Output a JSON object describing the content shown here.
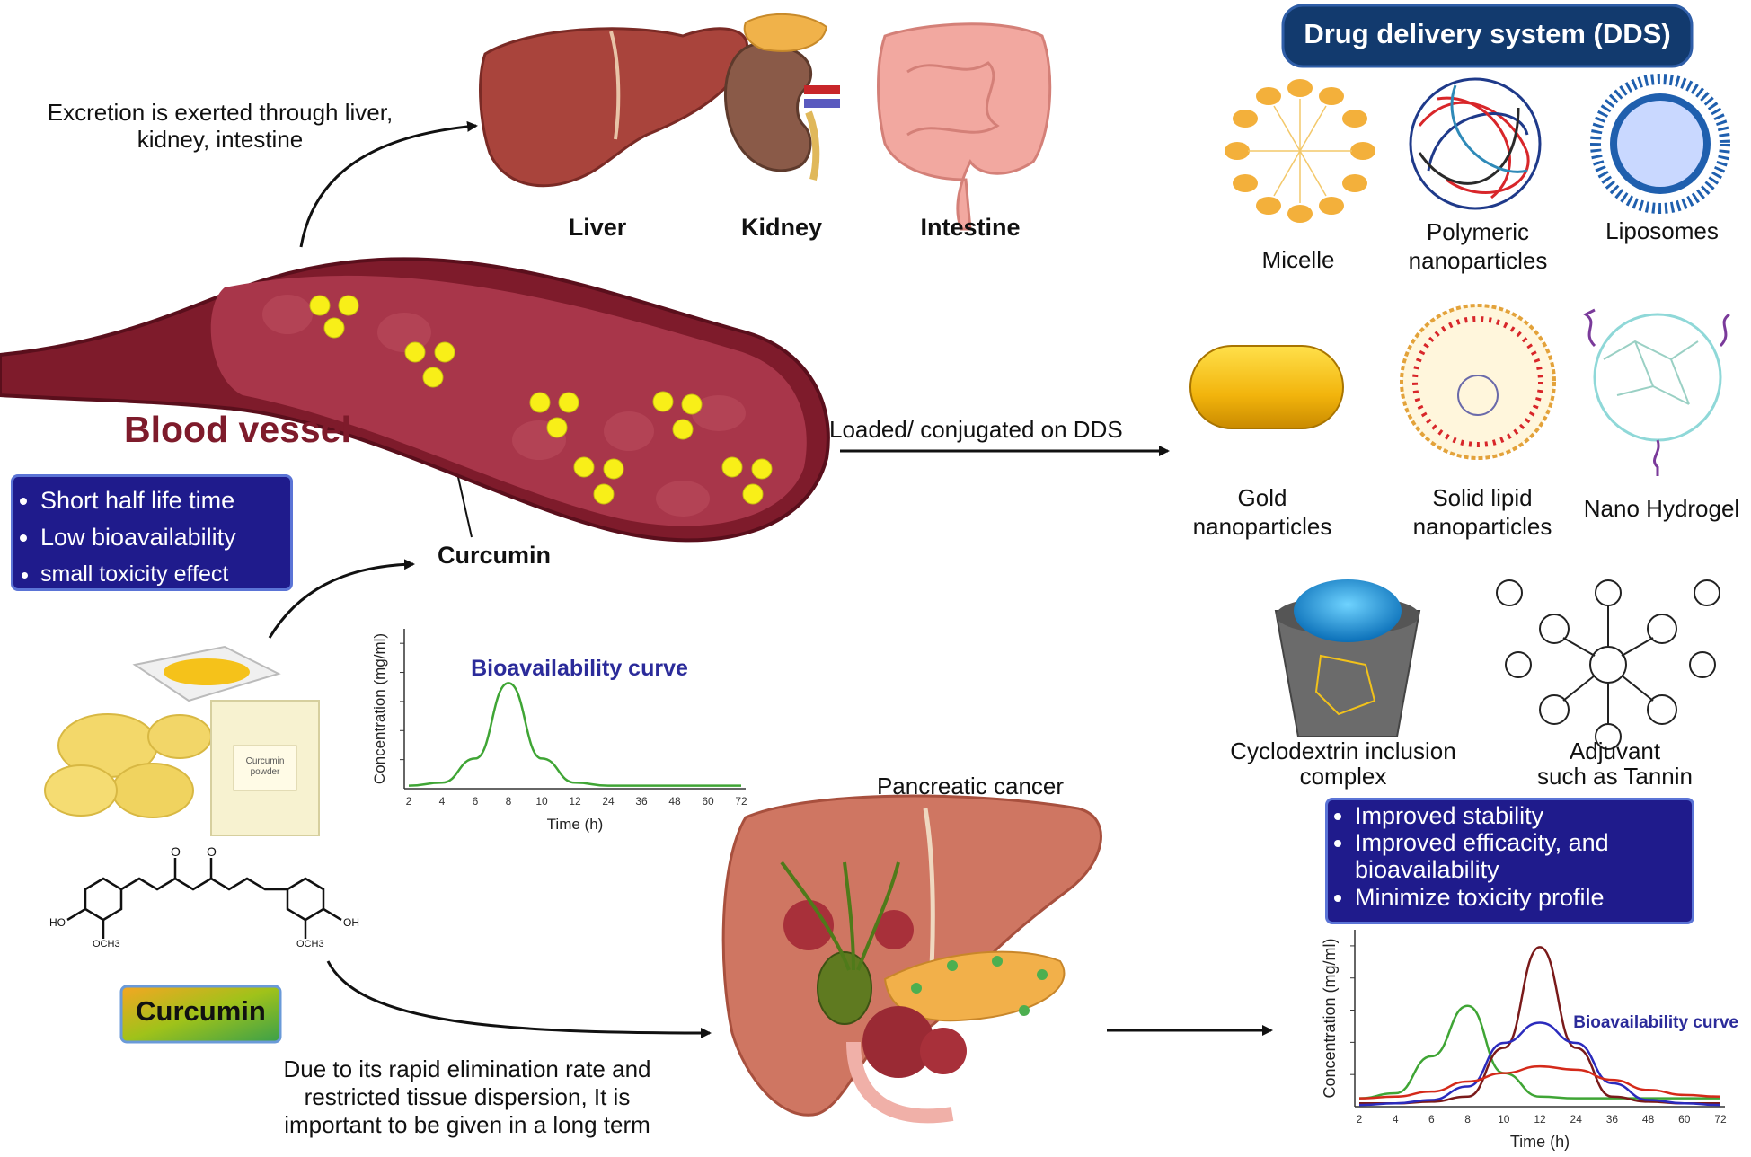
{
  "excretion_note": "Excretion is exerted through liver, kidney, intestine",
  "organs": {
    "liver": "Liver",
    "kidney": "Kidney",
    "intestine": "Intestine"
  },
  "blood_vessel": {
    "title": "Blood vessel",
    "curcumin_label": "Curcumin",
    "particle_color": "#f8ef18",
    "vessel_color": "#7e1b2b"
  },
  "limitations": [
    "Short half life time",
    "Low bioavailability",
    "small toxicity effect"
  ],
  "loaded_label": "Loaded/ conjugated on DDS",
  "dds": {
    "title": "Drug delivery system (DDS)",
    "items": [
      {
        "label_line1": "Micelle",
        "label_line2": ""
      },
      {
        "label_line1": "Polymeric",
        "label_line2": "nanoparticles"
      },
      {
        "label_line1": "Liposomes",
        "label_line2": ""
      },
      {
        "label_line1": "Gold",
        "label_line2": "nanoparticles"
      },
      {
        "label_line1": "Solid lipid",
        "label_line2": "nanoparticles"
      },
      {
        "label_line1": "Nano Hydrogel",
        "label_line2": ""
      },
      {
        "label_line1": "Cyclodextrin inclusion",
        "label_line2": "complex"
      },
      {
        "label_line1": "Adjuvant",
        "label_line2": "such as Tannin"
      }
    ]
  },
  "benefits": [
    "Improved stability",
    "Improved efficacity, and bioavailability",
    "Minimize toxicity profile"
  ],
  "curcumin_badge": "Curcumin",
  "powder_label": "Curcumin powder",
  "structure_labels": {
    "ho_left": "HO",
    "oh_right": "OH",
    "och3_left": "OCH3",
    "och3_right": "OCH3",
    "o": "O"
  },
  "elimination_note": {
    "line1": "Due to its rapid elimination rate and",
    "line2": "restricted tissue dispersion,  It is",
    "line3": "important to be given in a long term"
  },
  "pancreatic_label": "Pancreatic cancer",
  "chart_data": [
    {
      "type": "line",
      "title": "Bioavailability curve",
      "xlabel": "Time (h)",
      "ylabel": "Concentration (mg/ml)",
      "x_ticks": [
        "2",
        "4",
        "6",
        "8",
        "10",
        "12",
        "24",
        "36",
        "48",
        "60",
        "72"
      ],
      "series": [
        {
          "color": "#3fa535",
          "x_index": [
            0,
            1,
            2,
            3,
            4,
            5,
            6,
            7,
            8,
            9,
            10
          ],
          "values": [
            0.02,
            0.04,
            0.2,
            0.7,
            0.2,
            0.04,
            0.02,
            0.02,
            0.02,
            0.02,
            0.02
          ]
        }
      ],
      "grid": false
    },
    {
      "type": "line",
      "title": "Bioavailability curve",
      "xlabel": "Time (h)",
      "ylabel": "Concentration (mg/ml)",
      "x_ticks": [
        "2",
        "4",
        "6",
        "8",
        "10",
        "12",
        "24",
        "36",
        "48",
        "60",
        "72"
      ],
      "series": [
        {
          "color": "#3fa535",
          "x_index": [
            0,
            1,
            2,
            3,
            4,
            5,
            6,
            7,
            8,
            9,
            10
          ],
          "values": [
            0.05,
            0.08,
            0.3,
            0.6,
            0.2,
            0.06,
            0.05,
            0.05,
            0.05,
            0.05,
            0.05
          ]
        },
        {
          "color": "#7a1a1a",
          "x_index": [
            0,
            1,
            2,
            3,
            4,
            5,
            6,
            7,
            8,
            9,
            10
          ],
          "values": [
            0.02,
            0.02,
            0.03,
            0.06,
            0.35,
            0.95,
            0.35,
            0.06,
            0.03,
            0.02,
            0.02
          ]
        },
        {
          "color": "#2b2bbd",
          "x_index": [
            0,
            1,
            2,
            3,
            4,
            5,
            6,
            7,
            8,
            9,
            10
          ],
          "values": [
            0.01,
            0.02,
            0.04,
            0.12,
            0.38,
            0.5,
            0.38,
            0.14,
            0.04,
            0.02,
            0.01
          ]
        },
        {
          "color": "#d42a1a",
          "x_index": [
            0,
            1,
            2,
            3,
            4,
            5,
            6,
            7,
            8,
            9,
            10
          ],
          "values": [
            0.05,
            0.06,
            0.09,
            0.15,
            0.2,
            0.24,
            0.22,
            0.16,
            0.1,
            0.07,
            0.06
          ]
        }
      ],
      "grid": false
    }
  ]
}
